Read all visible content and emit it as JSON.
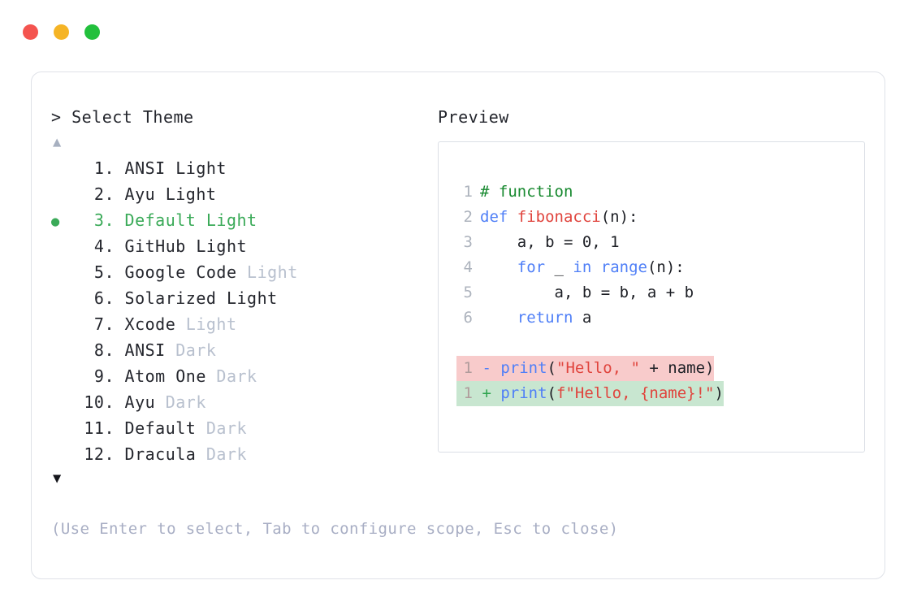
{
  "window": {
    "dots": [
      {
        "name": "close",
        "color": "#f4544f"
      },
      {
        "name": "minimize",
        "color": "#f5b425"
      },
      {
        "name": "maximize",
        "color": "#22c03c"
      }
    ]
  },
  "selector": {
    "prompt": "> Select Theme",
    "scroll_up": "▲",
    "scroll_down": "▼",
    "selected_index": 3,
    "bullet": "●",
    "accent_color": "#3aaa58",
    "dim_color": "#b8c0ce",
    "items": [
      {
        "num": "1.",
        "name": "ANSI",
        "suffix": "Light",
        "dim": false,
        "selected": false
      },
      {
        "num": "2.",
        "name": "Ayu",
        "suffix": "Light",
        "dim": false,
        "selected": false
      },
      {
        "num": "3.",
        "name": "Default",
        "suffix": "Light",
        "dim": false,
        "selected": true
      },
      {
        "num": "4.",
        "name": "GitHub",
        "suffix": "Light",
        "dim": false,
        "selected": false
      },
      {
        "num": "5.",
        "name": "Google Code",
        "suffix": "Light",
        "dim": true,
        "selected": false
      },
      {
        "num": "6.",
        "name": "Solarized",
        "suffix": "Light",
        "dim": false,
        "selected": false
      },
      {
        "num": "7.",
        "name": "Xcode",
        "suffix": "Light",
        "dim": true,
        "selected": false
      },
      {
        "num": "8.",
        "name": "ANSI",
        "suffix": "Dark",
        "dim": true,
        "selected": false
      },
      {
        "num": "9.",
        "name": "Atom One",
        "suffix": "Dark",
        "dim": true,
        "selected": false
      },
      {
        "num": "10.",
        "name": "Ayu",
        "suffix": "Dark",
        "dim": true,
        "selected": false
      },
      {
        "num": "11.",
        "name": "Default",
        "suffix": "Dark",
        "dim": true,
        "selected": false
      },
      {
        "num": "12.",
        "name": "Dracula",
        "suffix": "Dark",
        "dim": true,
        "selected": false
      }
    ],
    "footer_hint": "(Use Enter to select, Tab to configure scope, Esc to close)"
  },
  "preview": {
    "label": "Preview",
    "code_lines": [
      {
        "num": "1",
        "tokens": [
          {
            "t": "# function",
            "c": "comment"
          }
        ]
      },
      {
        "num": "2",
        "tokens": [
          {
            "t": "def ",
            "c": "keyword"
          },
          {
            "t": "fibonacci",
            "c": "func"
          },
          {
            "t": "(n):",
            "c": "plain"
          }
        ]
      },
      {
        "num": "3",
        "tokens": [
          {
            "t": "    a, b = 0, 1",
            "c": "plain"
          }
        ]
      },
      {
        "num": "4",
        "tokens": [
          {
            "t": "    ",
            "c": "plain"
          },
          {
            "t": "for",
            "c": "keyword"
          },
          {
            "t": " _ ",
            "c": "plain"
          },
          {
            "t": "in",
            "c": "keyword"
          },
          {
            "t": " ",
            "c": "plain"
          },
          {
            "t": "range",
            "c": "keyword"
          },
          {
            "t": "(n):",
            "c": "plain"
          }
        ]
      },
      {
        "num": "5",
        "tokens": [
          {
            "t": "        a, b = b, a + b",
            "c": "plain"
          }
        ]
      },
      {
        "num": "6",
        "tokens": [
          {
            "t": "    ",
            "c": "plain"
          },
          {
            "t": "return",
            "c": "keyword"
          },
          {
            "t": " a",
            "c": "plain"
          }
        ]
      }
    ],
    "diff_lines": [
      {
        "num": "1",
        "kind": "del",
        "marker": "-",
        "bg": "#f8cbcb",
        "tokens": [
          {
            "t": " ",
            "c": "plain"
          },
          {
            "t": "print",
            "c": "keyword"
          },
          {
            "t": "(",
            "c": "plain"
          },
          {
            "t": "\"Hello, \"",
            "c": "string"
          },
          {
            "t": " + name)",
            "c": "plain"
          }
        ]
      },
      {
        "num": "1",
        "kind": "add",
        "marker": "+",
        "bg": "#c8e6d0",
        "tokens": [
          {
            "t": " ",
            "c": "plain"
          },
          {
            "t": "print",
            "c": "keyword"
          },
          {
            "t": "(",
            "c": "plain"
          },
          {
            "t": "f\"Hello, {name}!\"",
            "c": "string"
          },
          {
            "t": ")",
            "c": "plain"
          }
        ]
      }
    ]
  }
}
